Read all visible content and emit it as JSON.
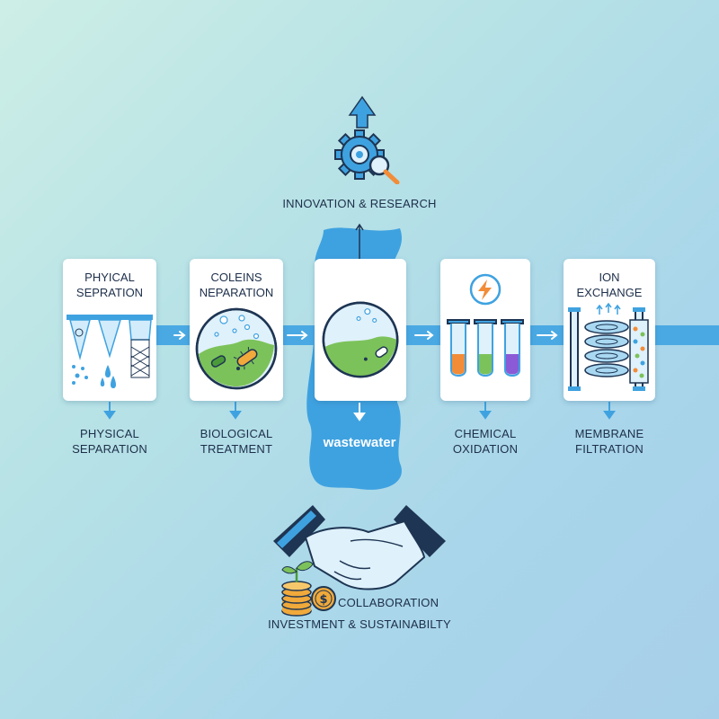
{
  "top": {
    "label": "INNOVATION & RESEARCH"
  },
  "cards": [
    {
      "title_line1": "PHYICAL",
      "title_line2": "SEPRATION",
      "bottom_line1": "PHYSICAL",
      "bottom_line2": "SEPARATION"
    },
    {
      "title_line1": "COLEINS",
      "title_line2": "NEPARATION",
      "bottom_line1": "BIOLOGICAL",
      "bottom_line2": "TREATMENT"
    },
    {
      "title_line1": "",
      "title_line2": "",
      "bottom_line1": "",
      "bottom_line2": ""
    },
    {
      "title_line1": "",
      "title_line2": "",
      "bottom_line1": "CHEMICAL",
      "bottom_line2": "OXIDATION"
    },
    {
      "title_line1": "ION",
      "title_line2": "EXCHANGE",
      "bottom_line1": "MEMBRANE",
      "bottom_line2": "FILTRATION"
    }
  ],
  "center": {
    "stream_label": "wastewater"
  },
  "bottom": {
    "line1": "COLLABORATION",
    "line2": "INVESTMENT & SUSTAINABILTY"
  },
  "colors": {
    "accent_blue": "#3fa2e0",
    "dark_navy": "#1e3553",
    "green_fluid": "#7cc25a",
    "orange": "#f28c38",
    "purple": "#8b5ad6",
    "gold": "#f0a93a"
  }
}
